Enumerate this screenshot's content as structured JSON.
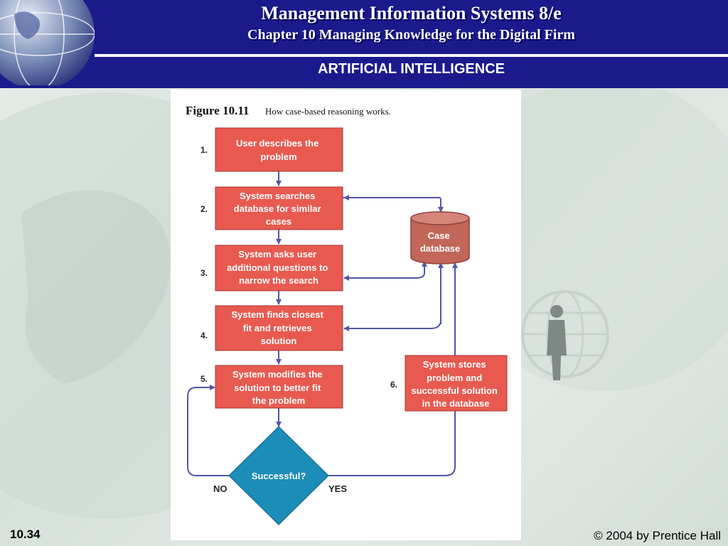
{
  "header": {
    "title": "Management Information Systems 8/e",
    "subtitle": "Chapter 10 Managing Knowledge for the Digital Firm",
    "section": "ARTIFICIAL INTELLIGENCE"
  },
  "figure": {
    "label": "Figure 10.11",
    "caption": "How case-based reasoning works."
  },
  "steps": [
    {
      "number": "1.",
      "lines": [
        "User describes the",
        "problem"
      ]
    },
    {
      "number": "2.",
      "lines": [
        "System searches",
        "database for similar",
        "cases"
      ]
    },
    {
      "number": "3.",
      "lines": [
        "System asks user",
        "additional questions to",
        "narrow the search"
      ]
    },
    {
      "number": "4.",
      "lines": [
        "System finds closest",
        "fit and retrieves",
        "solution"
      ]
    },
    {
      "number": "5.",
      "lines": [
        "System modifies the",
        "solution to better fit",
        "the problem"
      ]
    },
    {
      "number": "6.",
      "lines": [
        "System stores",
        "problem and",
        "successful solution",
        "in the database"
      ]
    }
  ],
  "database": {
    "lines": [
      "Case",
      "database"
    ]
  },
  "decision": {
    "label": "Successful?",
    "no_label": "NO",
    "yes_label": "YES"
  },
  "footer": {
    "slide_number": "10.34",
    "copyright": "© 2004 by Prentice Hall"
  },
  "colors": {
    "header": "#1b1a8c",
    "step_box": "#e85a50",
    "database": "#c2665a",
    "decision": "#1c8cb8",
    "arrow": "#5555a8"
  }
}
